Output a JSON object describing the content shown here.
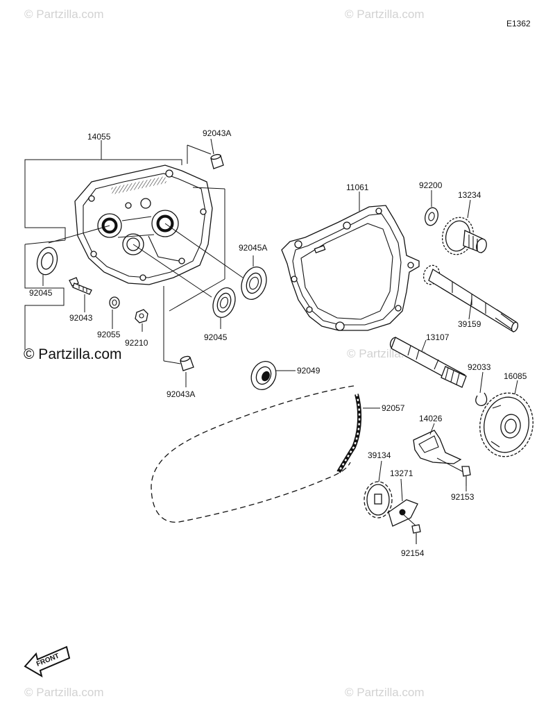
{
  "diagram_code": "E1362",
  "watermark_main": "© Partzilla.com",
  "watermarks": [
    "© Partzilla.com",
    "© Partzilla.com",
    "© Partzilla.com",
    "© Partzilla.com",
    "© Partzilla.com"
  ],
  "front_marker": "FRONT",
  "parts": [
    {
      "id": "14055",
      "label": "14055"
    },
    {
      "id": "92043A_top",
      "label": "92043A"
    },
    {
      "id": "92045A",
      "label": "92045A"
    },
    {
      "id": "92045_left",
      "label": "92045"
    },
    {
      "id": "92043",
      "label": "92043"
    },
    {
      "id": "92055",
      "label": "92055"
    },
    {
      "id": "92210",
      "label": "92210"
    },
    {
      "id": "92045_mid",
      "label": "92045"
    },
    {
      "id": "92043A_bottom",
      "label": "92043A"
    },
    {
      "id": "11061",
      "label": "11061"
    },
    {
      "id": "92200",
      "label": "92200"
    },
    {
      "id": "13234",
      "label": "13234"
    },
    {
      "id": "39159",
      "label": "39159"
    },
    {
      "id": "13107",
      "label": "13107"
    },
    {
      "id": "92033",
      "label": "92033"
    },
    {
      "id": "16085",
      "label": "16085"
    },
    {
      "id": "92049",
      "label": "92049"
    },
    {
      "id": "92057",
      "label": "92057"
    },
    {
      "id": "14026",
      "label": "14026"
    },
    {
      "id": "39134",
      "label": "39134"
    },
    {
      "id": "13271",
      "label": "13271"
    },
    {
      "id": "92153",
      "label": "92153"
    },
    {
      "id": "92154",
      "label": "92154"
    }
  ]
}
